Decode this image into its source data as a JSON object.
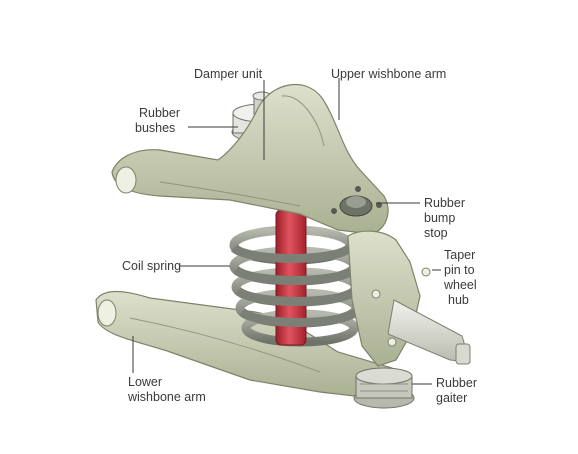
{
  "diagram": {
    "labels": {
      "damper_unit": "Damper unit",
      "upper_wishbone_arm": "Upper wishbone arm",
      "rubber_bushes_line1": "Rubber",
      "rubber_bushes_line2": "bushes",
      "rubber_bump_stop_line1": "Rubber",
      "rubber_bump_stop_line2": "bump",
      "rubber_bump_stop_line3": "stop",
      "coil_spring": "Coil spring",
      "taper_pin_line1": "Taper",
      "taper_pin_line2": "pin to",
      "taper_pin_line3": "wheel",
      "taper_pin_line4": "hub",
      "lower_wishbone_line1": "Lower",
      "lower_wishbone_line2": "wishbone arm",
      "rubber_gaiter_line1": "Rubber",
      "rubber_gaiter_line2": "gaiter"
    },
    "colors": {
      "arm_metal": "#c9cdb7",
      "arm_shadow": "#a4aa8f",
      "damper_red": "#c8323c",
      "spring": "#8a8d84",
      "label_text": "#3a3a3a"
    }
  }
}
